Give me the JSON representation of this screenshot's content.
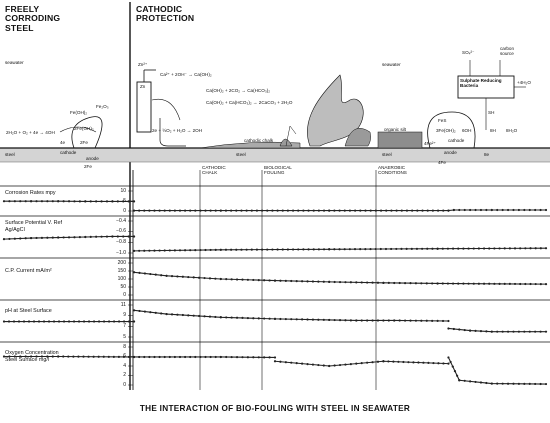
{
  "titles": {
    "freely": [
      "FREELY",
      "CORRODING",
      "STEEL"
    ],
    "cathodic": [
      "CATHODIC",
      "PROTECTION"
    ]
  },
  "labels": {
    "seawater_left": "seawater",
    "seawater_right": "seawater",
    "steel_1": "steel",
    "steel_2": "steel",
    "steel_3": "steel",
    "anode": "anode",
    "cathode_left": "cathode",
    "cathode_right": "cathode",
    "cathodic_chalk": "cathodic chalk",
    "organic_silt": "organic silt",
    "zn": "Zn",
    "zn_ion": "Zn²⁺",
    "sulphate_box": [
      "Sulphate Reducing",
      "Bacteria"
    ],
    "so4": "SO₄²⁻",
    "carbon_source": [
      "carbon",
      "source"
    ],
    "h2o_4": "+4H₂O",
    "sh": "SH",
    "fes": "FeS",
    "anode_right": "anode",
    "fe4": "4Fe",
    "fe2_right": "4Fe²⁺",
    "eight_e": "8e"
  },
  "reactions": {
    "left_1": "2H₂O + O₂ + 4e → 4OH",
    "left_2": "Fe(OH)₂",
    "left_3": "Fe₂O₃",
    "left_4": "2Fe(OH)₂",
    "left_5": "2Fe",
    "left_6": "4e",
    "left_7": "2Fe",
    "ca": "Ca²⁺ + 2OH⁻ → Ca(OH)₂",
    "r1": "Ca(OH)₂ + 2CO₂ → Ca(HCO₃)₂",
    "r2": "Ca(OH)₂ + Ca(HCO₃)₂ → 2CaCO₃ + 2H₂O",
    "cp_1": "2e + ½O₂ + H₂O → 2OH",
    "right_1": "3Fe(OH)₂",
    "right_2": "6OH",
    "right_3": "8H",
    "right_4": "8H₂O"
  },
  "events": {
    "chalk": [
      "CATHODIC",
      "CHALK"
    ],
    "fouling": [
      "BIOLOGICAL",
      "FOULING"
    ],
    "anaerobic": [
      "ANAEROBIC",
      "CONDITIONS"
    ]
  },
  "chart_data": [
    {
      "type": "line",
      "title": "",
      "ylabel": "Corrosion Rates mpy",
      "ylim": [
        0,
        10
      ],
      "ticks": [
        "10",
        "5",
        "0"
      ],
      "series": [
        {
          "name": "",
          "x": [
            0.0,
            0.05,
            0.1,
            0.15,
            0.2,
            0.24
          ],
          "y": [
            4.9,
            4.9,
            4.9,
            4.8,
            4.8,
            4.8
          ]
        },
        {
          "name": "",
          "x": [
            0.24,
            0.4,
            0.6,
            0.82,
            0.83,
            0.9,
            1.0
          ],
          "y": [
            0.2,
            0.2,
            0.2,
            0.2,
            0.5,
            0.5,
            0.5
          ]
        }
      ]
    },
    {
      "type": "line",
      "title": "",
      "ylabel": "Surface Potential V. Ref Ag/AgCl",
      "ylim": [
        -1.0,
        -0.4
      ],
      "ticks": [
        "−0.4",
        "−0.6",
        "−0.8",
        "−1.0"
      ],
      "series": [
        {
          "name": "",
          "x": [
            0.0,
            0.05,
            0.1,
            0.15,
            0.2,
            0.24
          ],
          "y": [
            -0.74,
            -0.72,
            -0.71,
            -0.7,
            -0.69,
            -0.69
          ]
        },
        {
          "name": "",
          "x": [
            0.24,
            0.4,
            0.6,
            0.8,
            1.0
          ],
          "y": [
            -0.96,
            -0.94,
            -0.93,
            -0.92,
            -0.91
          ]
        }
      ]
    },
    {
      "type": "line",
      "title": "",
      "ylabel": "C.P. Current mA/m²",
      "ylim": [
        0,
        200
      ],
      "ticks": [
        "200",
        "150",
        "100",
        "50",
        "0"
      ],
      "series": [
        {
          "name": "",
          "x": [
            0.24,
            0.3,
            0.4,
            0.5,
            0.6,
            0.7,
            0.8,
            1.0
          ],
          "y": [
            142,
            120,
            100,
            90,
            82,
            76,
            72,
            68
          ]
        }
      ]
    },
    {
      "type": "line",
      "title": "",
      "ylabel": "pH at Steel Surface",
      "ylim": [
        5,
        11
      ],
      "ticks": [
        "11",
        "9",
        "7",
        "5"
      ],
      "series": [
        {
          "name": "",
          "x": [
            0.0,
            0.24
          ],
          "y": [
            7.9,
            7.9
          ]
        },
        {
          "name": "",
          "x": [
            0.24,
            0.3,
            0.4,
            0.5,
            0.6,
            0.65
          ],
          "y": [
            10.0,
            9.3,
            8.7,
            8.4,
            8.2,
            8.1
          ]
        },
        {
          "name": "",
          "x": [
            0.65,
            0.72,
            0.82
          ],
          "y": [
            8.1,
            8.1,
            8.0
          ]
        },
        {
          "name": "",
          "x": [
            0.82,
            0.86,
            0.9,
            1.0
          ],
          "y": [
            6.6,
            6.2,
            6.0,
            6.0
          ]
        }
      ]
    },
    {
      "type": "line",
      "title": "",
      "ylabel": "Oxygen Concentration Steel Surface mg/l",
      "ylim": [
        0,
        8
      ],
      "ticks": [
        "8",
        "6",
        "4",
        "2",
        "0"
      ],
      "series": [
        {
          "name": "",
          "x": [
            0.0,
            0.1,
            0.24,
            0.4,
            0.5
          ],
          "y": [
            6.0,
            6.0,
            5.9,
            5.9,
            5.8
          ]
        },
        {
          "name": "",
          "x": [
            0.5,
            0.6,
            0.7,
            0.82
          ],
          "y": [
            5.0,
            4.0,
            5.0,
            4.5
          ]
        },
        {
          "name": "",
          "x": [
            0.82,
            0.84,
            0.9,
            1.0
          ],
          "y": [
            5.8,
            1.0,
            0.3,
            0.2
          ]
        }
      ]
    }
  ],
  "caption": "THE INTERACTION OF BIO-FOULING WITH STEEL IN SEAWATER"
}
